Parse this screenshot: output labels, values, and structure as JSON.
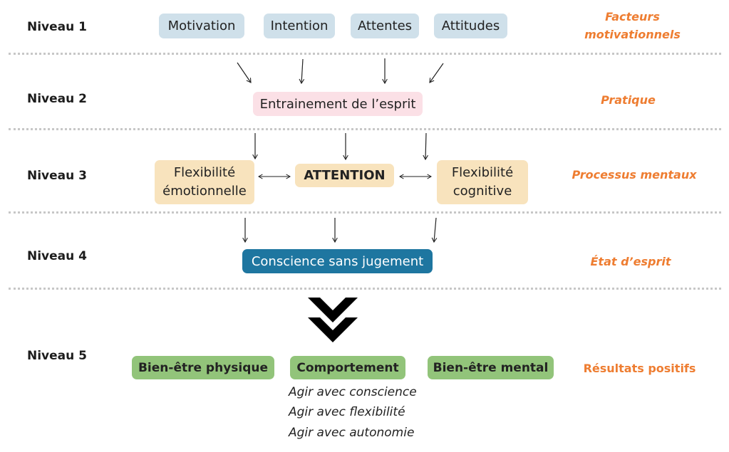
{
  "levels": [
    "Niveau 1",
    "Niveau 2",
    "Niveau 3",
    "Niveau 4",
    "Niveau 5"
  ],
  "categories": {
    "level1": "Facteurs motivationnels",
    "level2": "Pratique",
    "level3": "Processus mentaux",
    "level4": "État d’esprit",
    "level5": "Résultats positifs"
  },
  "level1_boxes": [
    "Motivation",
    "Intention",
    "Attentes",
    "Attitudes"
  ],
  "level2_box": "Entrainement de l’esprit",
  "level3": {
    "left": "Flexibilité émotionnelle",
    "center": "ATTENTION",
    "right": "Flexibilité cognitive"
  },
  "level4_box": "Conscience sans jugement",
  "level5_boxes": [
    "Bien-être physique",
    "Comportement",
    "Bien-être mental"
  ],
  "behaviours": [
    "Agir avec conscience",
    "Agir avec flexibilité",
    "Agir avec autonomie"
  ],
  "colors": {
    "category_orange": "#ee7d31",
    "level1_box": "#cfe0ea",
    "level2_box": "#fbe0e6",
    "level3_box": "#f8e3bd",
    "level4_box": "#1e76a0",
    "level5_box": "#92c47a"
  },
  "icons": [
    "arrow-down-icon",
    "double-arrow-icon",
    "double-chevron-down-icon"
  ]
}
